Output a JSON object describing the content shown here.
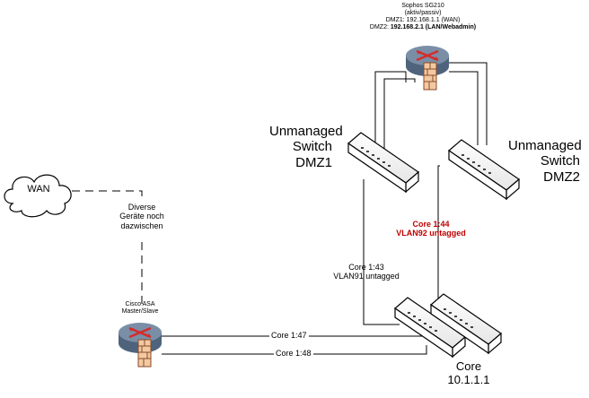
{
  "colors": {
    "router_body": "#5b6f86",
    "router_top": "#7a8ea6",
    "router_arrow": "#d62b2b",
    "firewall_brick": "#f3c9a1",
    "firewall_line": "#8a4a2a",
    "line": "#000000",
    "highlight_text": "#c00000"
  },
  "icons": {
    "router": "router-firewall-icon",
    "switch": "switch-icon",
    "cloud": "cloud-icon"
  },
  "nodes": {
    "sophos": {
      "name": "Sophos SG210",
      "mode": "(aktiv/passiv)",
      "dmz1_prefix": "DMZ1: ",
      "dmz1_value": "192.168.1.1 (WAN)",
      "dmz2_prefix": "DMZ2: ",
      "dmz2_value": "192.168.2.1 (LAN/Webadmin)"
    },
    "dmz1_switch": {
      "line1": "Unmanaged",
      "line2": "Switch",
      "line3": "DMZ1"
    },
    "dmz2_switch": {
      "line1": "Unmanaged",
      "line2": "Switch",
      "line3": "DMZ2"
    },
    "wan": {
      "label": "WAN"
    },
    "diverse": {
      "line1": "Diverse",
      "line2": "Geräte noch",
      "line3": "dazwischen"
    },
    "asa": {
      "line1": "Cisco ASA",
      "line2": "Master/Slave"
    },
    "core": {
      "line1": "Core",
      "line2": "10.1.1.1"
    }
  },
  "links": {
    "core_1_44": {
      "line1": "Core 1:44",
      "line2": "VLAN92 untagged"
    },
    "core_1_43": {
      "line1": "Core 1:43",
      "line2": "VLAN91 untagged"
    },
    "core_1_47": "Core 1:47",
    "core_1_48": "Core 1:48"
  }
}
